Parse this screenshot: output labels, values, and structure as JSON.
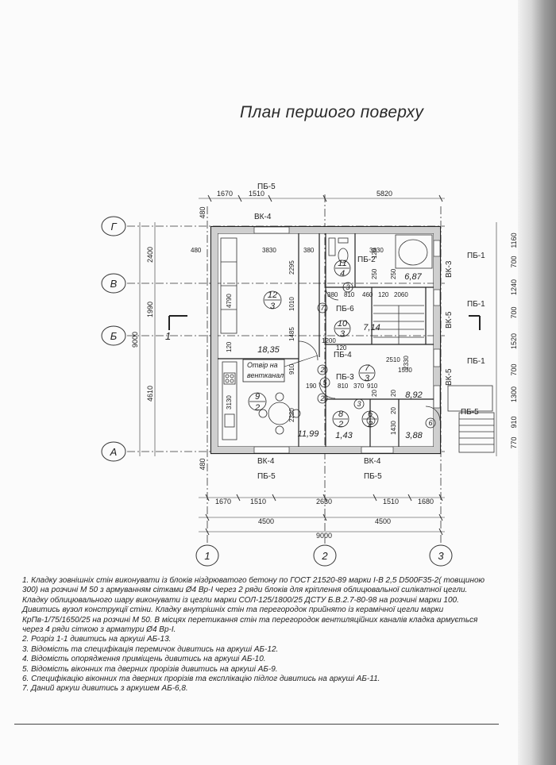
{
  "title": "План першого поверху",
  "axes": {
    "rows": [
      "Г",
      "В",
      "Б",
      "А"
    ],
    "cols": [
      "1",
      "2",
      "3"
    ],
    "section_mark": "1"
  },
  "dims": {
    "top": [
      "1670",
      "1510",
      "5820"
    ],
    "bottom_row1": [
      "1670",
      "1510",
      "2630",
      "1510",
      "1680"
    ],
    "bottom_row2": [
      "4500",
      "4500"
    ],
    "bottom_total": "9000",
    "left_outer": [
      "2400",
      "1990",
      "4610"
    ],
    "left_total": "9000",
    "left_small": [
      "480",
      "480"
    ],
    "right": [
      "1160",
      "700",
      "1240",
      "700",
      "1520",
      "700",
      "1300",
      "910",
      "770"
    ]
  },
  "lintels": {
    "top_pb5": "ПБ-5",
    "bottom_pb5_left": "ПБ-5",
    "bottom_pb5_right": "ПБ-5",
    "pb1_a": "ПБ-1",
    "pb1_b": "ПБ-1",
    "pb1_c": "ПБ-1",
    "pb5_right": "ПБ-5",
    "pb2": "ПБ-2",
    "pb6": "ПБ-6",
    "pb4": "ПБ-4",
    "pb3": "ПБ-3",
    "vk4_top": "ВК-4",
    "vk4_bottom_left": "ВК-4",
    "vk4_bottom_right": "ВК-4",
    "vk3": "ВК-3",
    "vk5_a": "ВК-5",
    "vk5_b": "ВК-5"
  },
  "inner_dims": {
    "d480": "480",
    "d3830a": "3830",
    "d380": "380",
    "d3830b": "3830",
    "d2295": "2295",
    "d4790": "4790",
    "d1010": "1010",
    "d1485": "1485",
    "d120a": "120",
    "d120b": "120",
    "d250a": "250",
    "d120c": "120",
    "d250b": "250",
    "d380b": "380",
    "d810": "810",
    "d460": "460",
    "d120d": "120",
    "d2060": "2060",
    "d1200": "1200",
    "d2510": "2510",
    "d2330": "2330",
    "d910": "910",
    "d190": "190",
    "d810b": "810",
    "d370": "370",
    "d910b": "910",
    "d1550": "1550",
    "d3130": "3130",
    "d2220": "2220",
    "d20a": "20",
    "d20b": "20",
    "d1430": "1430",
    "d20c": "20"
  },
  "rooms": [
    {
      "num": "12",
      "type": "3",
      "area": "18,35"
    },
    {
      "num": "11",
      "type": "4",
      "area": ""
    },
    {
      "num": "4",
      "type": "",
      "area": "6,87"
    },
    {
      "num": "10",
      "type": "3",
      "area": "7,14"
    },
    {
      "num": "9",
      "type": "2",
      "area": "11,99"
    },
    {
      "num": "7",
      "type": "3",
      "area": "8,92"
    },
    {
      "num": "8",
      "type": "2",
      "area": "1,43"
    },
    {
      "num": "6",
      "type": "2",
      "area": "3,88"
    }
  ],
  "markers": [
    "3",
    "7",
    "2",
    "2",
    "3",
    "5",
    "6"
  ],
  "vent_label_1": "Отвір на",
  "vent_label_2": "вентканал",
  "notes": [
    "1. Кладку зовнішніх стін виконувати із блоків ніздрюватого бетону по ГОСТ 21520-89 марки І-В 2,5 D500F35-2( товщиною 300) на розчині М 50 з армуванням сітками Ø4 Вр-І через 2 ряди блоків для кріплення облицювальної силікатної цегли. Кладку облицювального шару виконувати із цегли марки СОЛ-125/1800/25 ДСТУ Б.В.2.7-80-98 на розчині марки 100. Дивитись вузол конструкції стіни. Кладку внутрішніх стін та перегородок прийнято із керамічної цегли марки КрПв-1/75/1650/25 на розчині М 50. В місцях перетикання стін та перегородок вентиляційних каналів кладка армується через 4 ряди сіткою з арматури Ø4 Вр-І.",
    "2. Розріз 1-1 дивитись на аркуші АБ-13.",
    "3. Відомість та специфікація перемичок дивитись на аркуші АБ-12.",
    "4. Відомість опорядження приміщень дивитись на аркуші АБ-10.",
    "5. Відомість віконних та дверних прорізів дивитись на аркуші АБ-9.",
    "6. Специфікацію віконних та дверних прорізів та експлікацію підлог дивитись на аркуші АБ-11.",
    "7. Даний аркуш дивитись з аркушем АБ-6,8."
  ]
}
